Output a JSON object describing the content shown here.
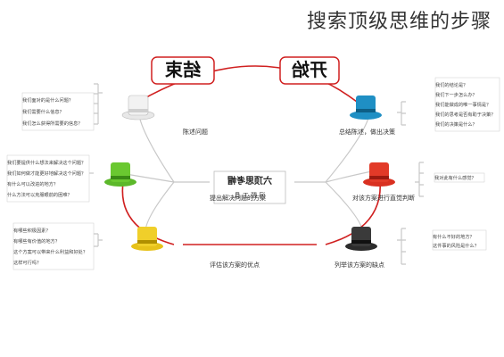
{
  "page_title": "搜索顶级思维的步骤",
  "center": {
    "title": "六顶思考帽",
    "sub": "问 题 工 具"
  },
  "badges": {
    "start": "开始",
    "end": "结束"
  },
  "hats": [
    {
      "id": "blue",
      "label": "总结陈述，做出决策",
      "color": "#1f8fc4",
      "notes": [
        "我们的结论是？",
        "我们下一步怎么办？",
        "我们能做成的唯一事情是？",
        "我们的思考是否有助于决策？",
        "我们的决策是什么？"
      ]
    },
    {
      "id": "white",
      "label": "陈述问题",
      "color": "#eaeaea",
      "notes": [
        "我们面对的是什么问题？",
        "我们需要什么信息？",
        "我们怎么获得所需要的信息？"
      ]
    },
    {
      "id": "green",
      "label": "提出解决问题的方案",
      "color": "#5cb82a",
      "notes": [
        "我们要提供什么想法来解决这个问题？",
        "我们如何做才能更好地解决这个问题？",
        "有什么可以改进的地方？",
        "什么方法可以克服眼前的困难？"
      ]
    },
    {
      "id": "red",
      "label": "对该方案进行直觉判断",
      "color": "#d93020",
      "notes": [
        "我对此有什么感觉？"
      ]
    },
    {
      "id": "yellow",
      "label": "评估该方案的优点",
      "color": "#e7c21a",
      "notes": [
        "有哪些积极因素？",
        "有哪些有价值的地方？",
        "这个方案可以带来什么利益和好处？",
        "这样可行吗？"
      ]
    },
    {
      "id": "black",
      "label": "列举该方案的缺点",
      "color": "#2c2c2c",
      "notes": [
        "有什么不好的地方？",
        "这件事的风险是什么？"
      ]
    }
  ]
}
